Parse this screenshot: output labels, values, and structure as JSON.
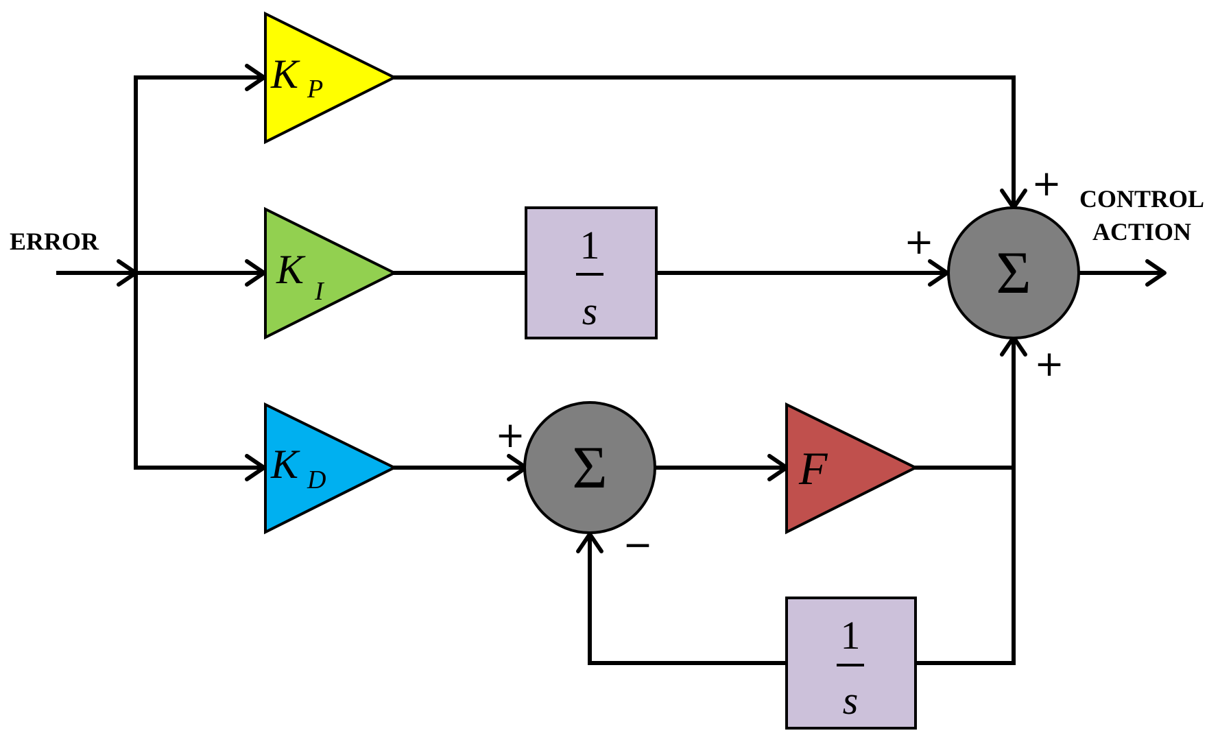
{
  "input_label": "ERROR",
  "output_label": {
    "line1": "CONTROL",
    "line2": "ACTION"
  },
  "blocks": {
    "kp": {
      "symbol": "K",
      "subscript": "P",
      "color": "#FFFF00"
    },
    "ki": {
      "symbol": "K",
      "subscript": "I",
      "color": "#92D050"
    },
    "kd": {
      "symbol": "K",
      "subscript": "D",
      "color": "#00B0F0"
    },
    "f": {
      "symbol": "F",
      "color": "#C0504D"
    },
    "integrator_top": {
      "numerator": "1",
      "denominator": "s",
      "color": "#CCC1DA"
    },
    "integrator_bottom": {
      "numerator": "1",
      "denominator": "s",
      "color": "#CCC1DA"
    }
  },
  "summers": {
    "main": {
      "symbol": "Σ",
      "color": "#7F7F7F",
      "signs": {
        "top": "+",
        "left": "+",
        "bottom": "+"
      }
    },
    "derivative": {
      "symbol": "Σ",
      "color": "#7F7F7F",
      "signs": {
        "left": "+",
        "bottom": "−"
      }
    }
  }
}
